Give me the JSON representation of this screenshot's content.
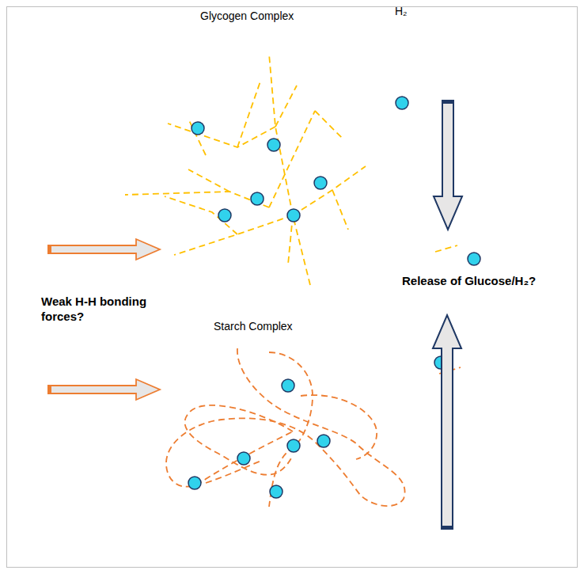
{
  "diagram": {
    "labels": [
      "Glycogen Complex",
      "H₂",
      "Weak H-H bonding forces?",
      "Starch Complex",
      "Release of Glucose/H₂?"
    ]
  }
}
